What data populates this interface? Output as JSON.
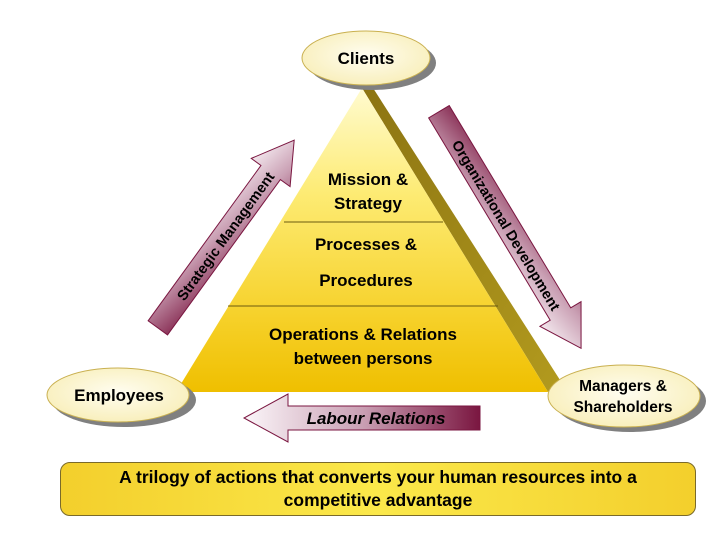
{
  "nodes": {
    "top": "Clients",
    "left": "Employees",
    "right_line1": "Managers &",
    "right_line2": "Shareholders"
  },
  "pyramid": {
    "level1_line1": "Mission &",
    "level1_line2": "Strategy",
    "level2_line1": "Processes &",
    "level2_line2": "Procedures",
    "level3_line1": "Operations & Relations",
    "level3_line2": "between persons"
  },
  "arrows": {
    "left": "Strategic Management",
    "right": "Organizational Development",
    "bottom": "Labour Relations"
  },
  "caption": "A trilogy of actions that converts your human resources into a competitive advantage",
  "colors": {
    "pyramid_light": "#fff59a",
    "pyramid_dark": "#f0c000",
    "pyramid_side": "#9e8414",
    "arrow_dark": "#7a1640",
    "arrow_light": "#f7f0f4",
    "ellipse_fill": "#fdf7d2",
    "ellipse_shadow": "#808080",
    "caption_fill": "#f7d930"
  }
}
